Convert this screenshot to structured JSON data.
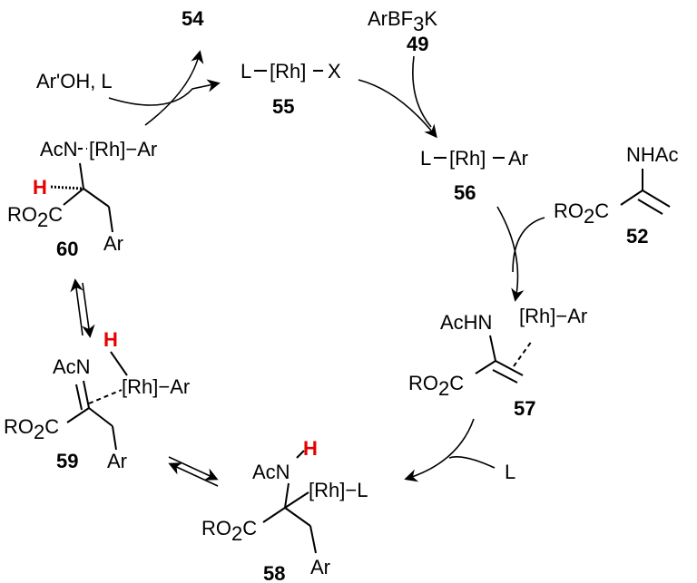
{
  "compound_labels": {
    "c54": "54",
    "c49": "49",
    "c55": "55",
    "c56": "56",
    "c52": "52",
    "c57": "57",
    "c58": "58",
    "c59": "59",
    "c60": "60"
  },
  "texts": {
    "reagent_49_a": "ArBF",
    "reagent_49_sub": "3",
    "reagent_49_b": "K",
    "reagent_top_left": "Ar'OH, L",
    "l_55": "L",
    "rh_55": "[Rh]",
    "x_55": "X",
    "l_56": "L",
    "rh_56": "[Rh]",
    "ar_56": "Ar",
    "nhac_52": "NHAc",
    "ro2c_52_a": "RO",
    "ro2c_52_sub": "2",
    "ro2c_52_b": "C",
    "achn_57": "AcHN",
    "rhar_57": "[Rh]−Ar",
    "ro2c_57_a": "RO",
    "ro2c_57_sub": "2",
    "ro2c_57_b": "C",
    "ligand_58_reagent": "L",
    "acn_58": "AcN",
    "h_58": "H",
    "rhl_58": "[Rh]−L",
    "ro2c_58_a": "RO",
    "ro2c_58_sub": "2",
    "ro2c_58_b": "C",
    "ar_58": "Ar",
    "acn_59": "AcN",
    "h_59": "H",
    "rhar_59": "[Rh]−Ar",
    "ro2c_59_a": "RO",
    "ro2c_59_sub": "2",
    "ro2c_59_b": "C",
    "ar_59": "Ar",
    "acn_60": "AcN",
    "rhar_60": "[Rh]−Ar",
    "h_60": "H",
    "ro2c_60_a": "RO",
    "ro2c_60_sub": "2",
    "ro2c_60_b": "C",
    "ar_60": "Ar"
  },
  "colors": {
    "highlight_h": "#e60000",
    "ink": "#000000"
  }
}
